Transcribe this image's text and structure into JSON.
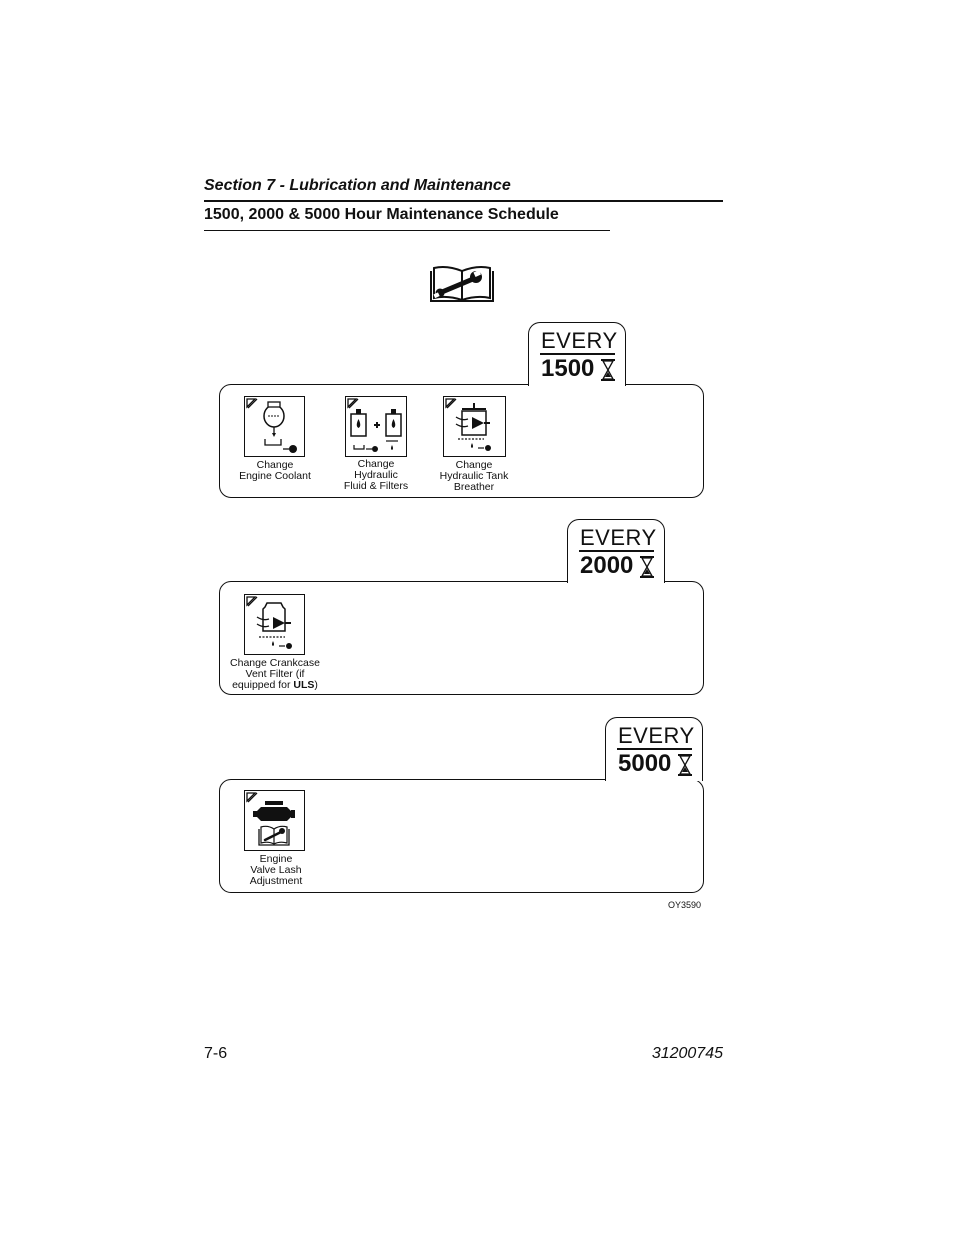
{
  "header": {
    "section_title": "Section 7 - Lubrication and Maintenance",
    "subtitle": "1500, 2000 & 5000 Hour Maintenance Schedule"
  },
  "intervals": [
    {
      "every": "EVERY",
      "hours": "1500",
      "items": [
        {
          "caption": "Change\nEngine Coolant",
          "icon": "engine-coolant-icon"
        },
        {
          "caption": "Change\nHydraulic\nFluid & Filters",
          "icon": "hydraulic-fluid-filters-icon"
        },
        {
          "caption": "Change\nHydraulic Tank\nBreather",
          "icon": "tank-breather-icon"
        }
      ]
    },
    {
      "every": "EVERY",
      "hours": "2000",
      "items": [
        {
          "caption_pre": "Change Crankcase\nVent Filter (if\nequipped for ",
          "caption_bold": "ULS",
          "caption_post": ")",
          "icon": "crankcase-vent-filter-icon"
        }
      ]
    },
    {
      "every": "EVERY",
      "hours": "5000",
      "items": [
        {
          "caption": "Engine\nValve Lash\nAdjustment",
          "icon": "engine-valve-lash-icon"
        }
      ]
    }
  ],
  "figure_code": "OY3590",
  "footer": {
    "page_number": "7-6",
    "doc_number": "31200745"
  }
}
